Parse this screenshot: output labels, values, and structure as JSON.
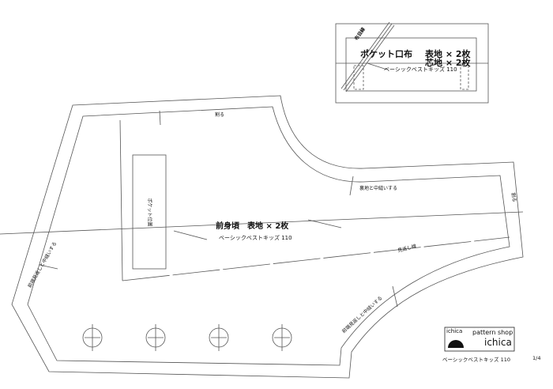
{
  "pocket_piece": {
    "grain_label": "布目線",
    "title": "ポケット口布",
    "qty_outer": "表地 × 2枚",
    "qty_interfacing": "芯地 × 2枚",
    "pattern_name": "ベーシックベストキッズ 110"
  },
  "front_piece": {
    "title": "前身頃　表地 × 2枚",
    "pattern_name": "ベーシックベストキッズ 110",
    "pocket_position": "ポケット位置",
    "shoulder_note": "割る",
    "side_note": "割る",
    "armhole_note": "裏地と中縫いする",
    "facing_line": "見返し線",
    "front_edge_note": "前端見返しと中縫いする",
    "hem_note": "前端見返しと中縫いする"
  },
  "footer": {
    "logo_text": "ichica",
    "shop_line1": "pattern shop",
    "shop_line2": "ichica",
    "pattern_name": "ベーシックベストキッズ 110",
    "page": "1/4"
  }
}
